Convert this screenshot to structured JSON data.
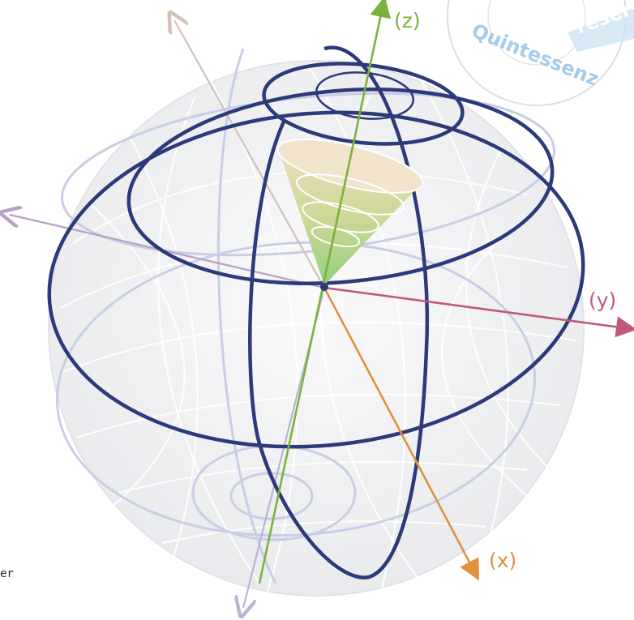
{
  "axes": {
    "x": {
      "label": "(x)",
      "color": "#e0913c"
    },
    "y": {
      "label": "(y)",
      "color": "#c0587a"
    },
    "z": {
      "label": "(z)",
      "color": "#7ab23c"
    }
  },
  "stamp": {
    "text_top": "reserve",
    "text_bottom": "Quintessenz",
    "color": "#9cc6e8"
  },
  "corner_fragment": "er",
  "colors": {
    "dark_ring": "#2c3a7a",
    "light_ring": "#c9cde6",
    "sphere_fill": "#f1f2f4",
    "cone_top": "#efd8b4",
    "cone_bottom": "#8fcb7e",
    "axis_minor": "#b8b4d4",
    "axis_diag": "#d7b59a",
    "axis_left": "#b7a0c8"
  }
}
